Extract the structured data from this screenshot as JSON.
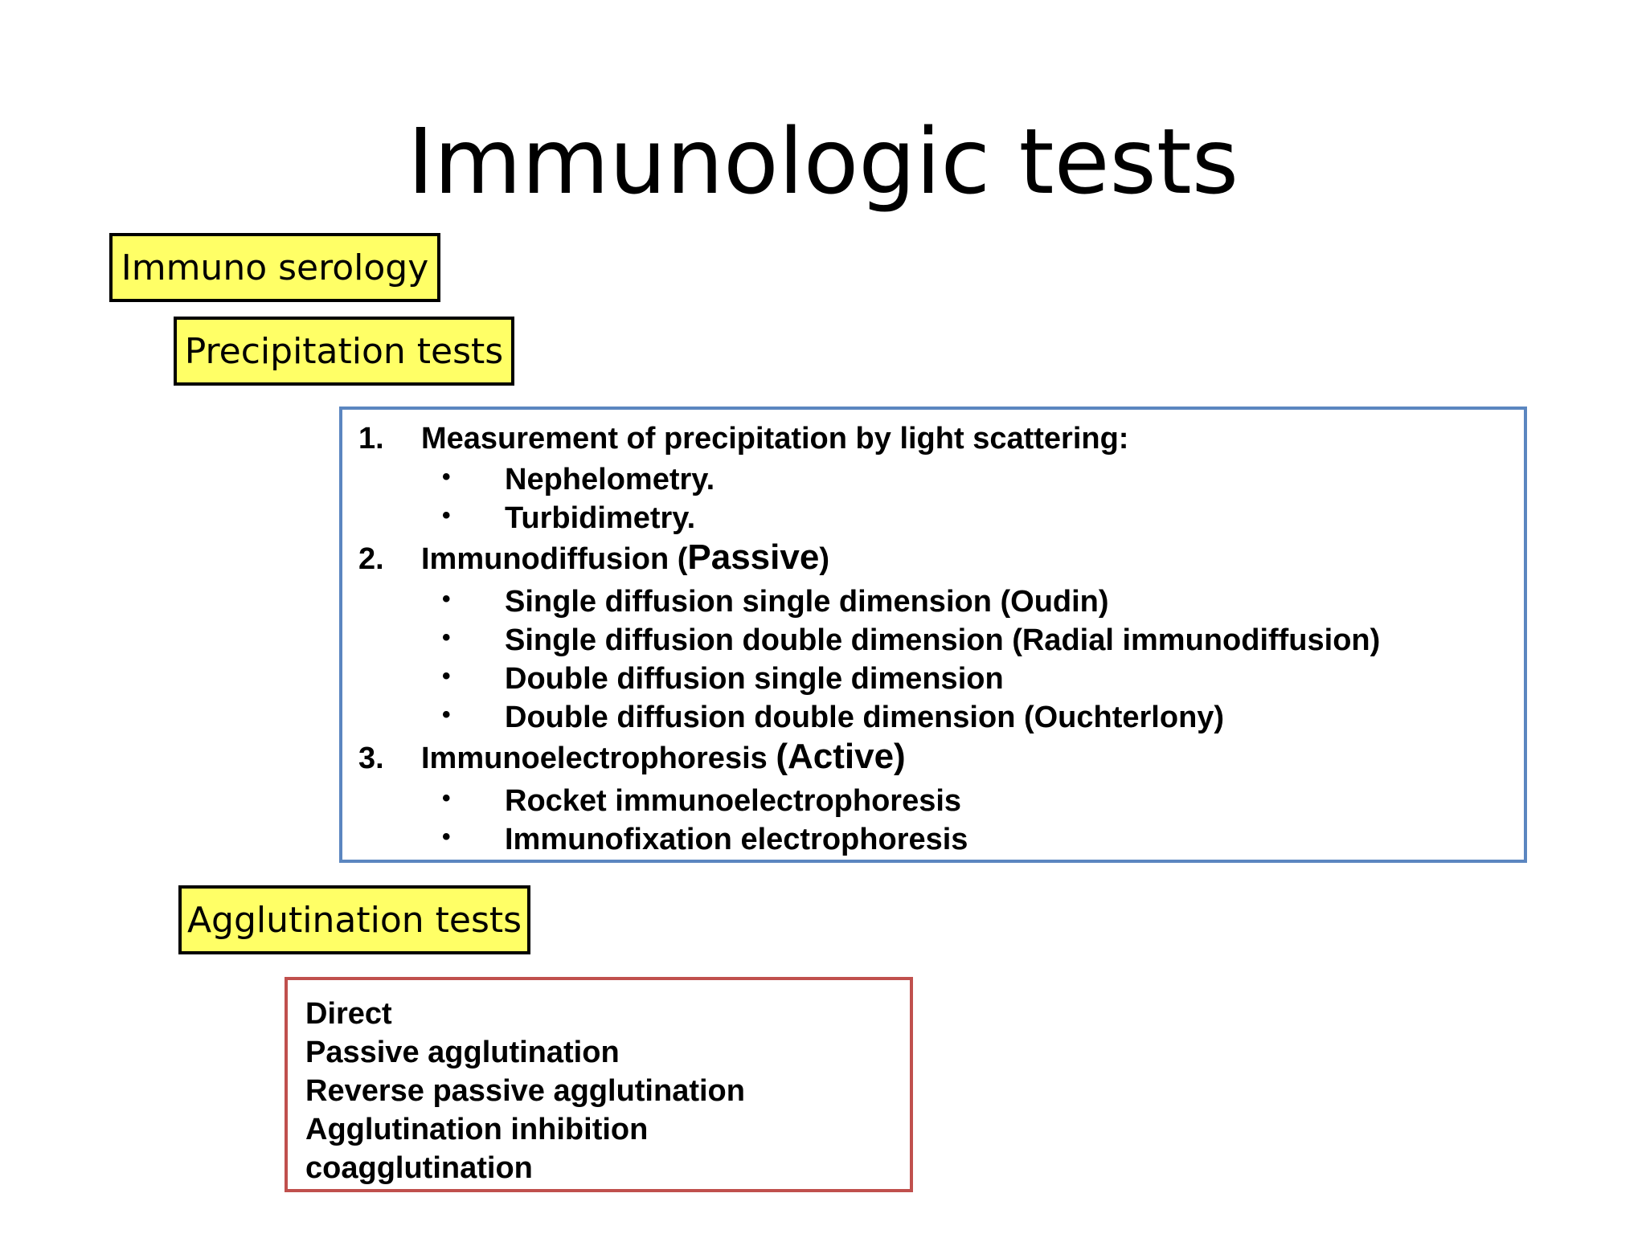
{
  "slide": {
    "title": "Immunologic tests"
  },
  "labels": {
    "serology": "Immuno serology",
    "precipitation": "Precipitation tests",
    "agglutination": "Agglutination tests"
  },
  "precipitation": {
    "items": [
      {
        "number": "1.",
        "text": "Measurement of precipitation by light scattering:",
        "bullets": [
          "Nephelometry.",
          "Turbidimetry."
        ]
      },
      {
        "number": "2.",
        "text": "Immunodiffusion (",
        "emphasis": "Passive",
        "suffix": ")",
        "bullets": [
          "Single diffusion single dimension (Oudin)",
          "Single diffusion double dimension (Radial immunodiffusion)",
          "Double diffusion single dimension",
          "Double diffusion double dimension (Ouchterlony)"
        ]
      },
      {
        "number": "3.",
        "text": "Immunoelectrophoresis ",
        "emphasis": "(Active)",
        "suffix": "",
        "bullets": [
          "Rocket immunoelectrophoresis",
          "Immunofixation electrophoresis"
        ]
      }
    ],
    "bullet_glyph": "•"
  },
  "agglutination": {
    "items": [
      "Direct",
      "Passive agglutination",
      "Reverse passive agglutination",
      "Agglutination inhibition",
      "coagglutination"
    ]
  },
  "colors": {
    "label_fill": "#ffff66",
    "precip_border": "#5b86c0",
    "agglut_border": "#c0504d"
  }
}
